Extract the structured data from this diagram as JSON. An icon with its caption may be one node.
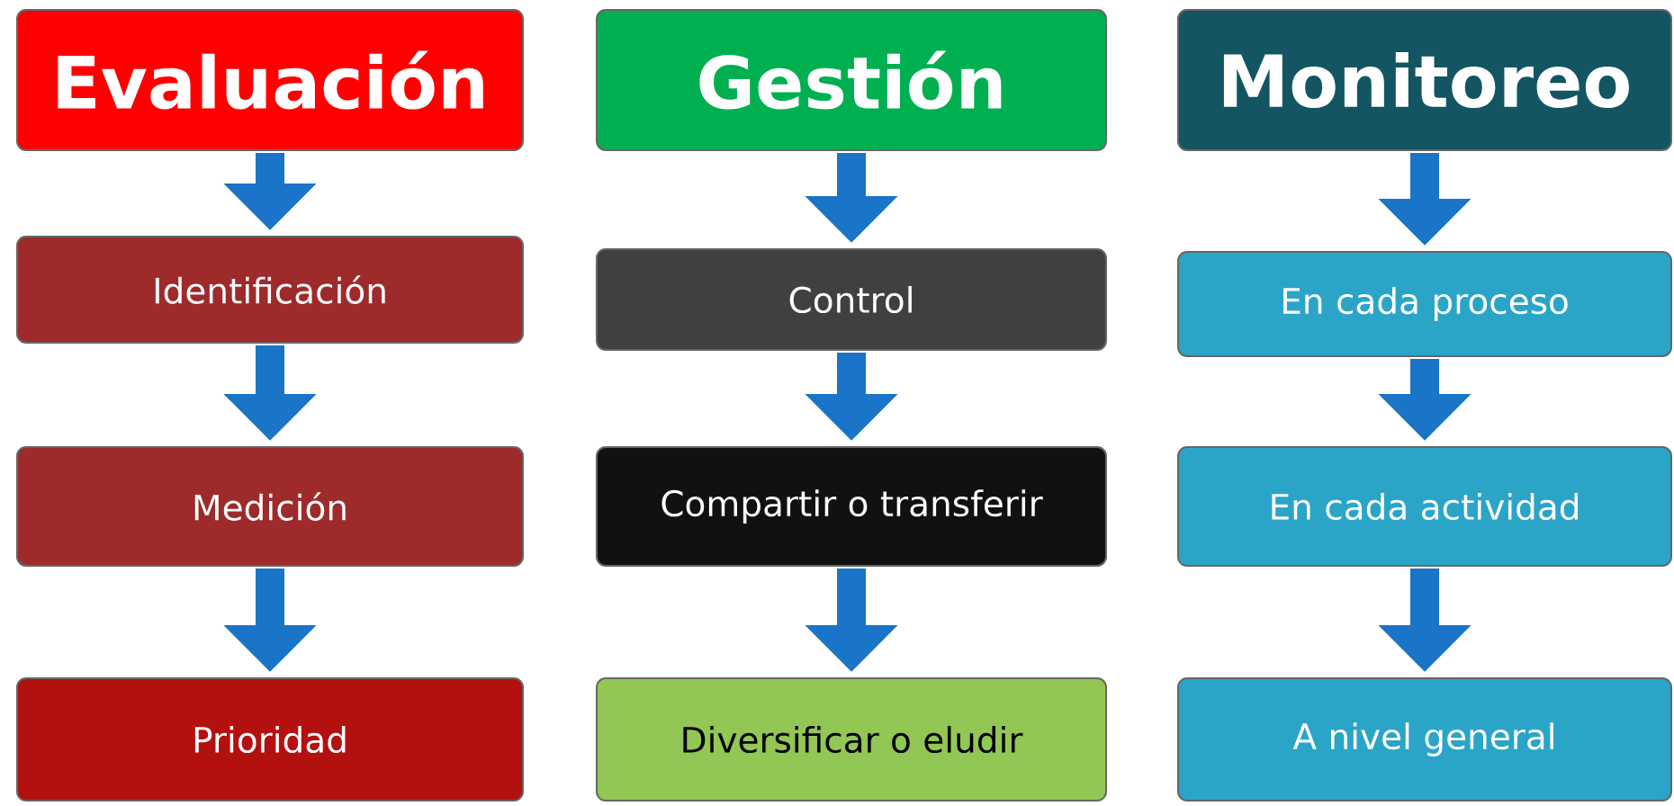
{
  "diagram": {
    "nodes": [
      {
        "text": [
          "Evaluación"
        ]
      },
      {
        "text": [
          "Identificación"
        ]
      },
      {
        "text": [
          "Medición"
        ]
      },
      {
        "text": [
          "Prioridad"
        ]
      },
      {
        "text": [
          "Gestión"
        ]
      },
      {
        "text": [
          "Control"
        ]
      },
      {
        "text": [
          "Compartir o transferir"
        ]
      },
      {
        "text": [
          "Diversificar o eludir"
        ]
      },
      {
        "text": [
          "Monitoreo"
        ]
      },
      {
        "text": [
          "En cada proceso"
        ]
      },
      {
        "text": [
          "En cada actividad"
        ]
      },
      {
        "text": [
          "A nivel general"
        ]
      }
    ],
    "edges": [
      {
        "from": 0,
        "to": 1,
        "arrow": "to"
      },
      {
        "from": 1,
        "to": 2,
        "arrow": "to"
      },
      {
        "from": 2,
        "to": 3,
        "arrow": "to"
      },
      {
        "from": 4,
        "to": 5,
        "arrow": "to"
      },
      {
        "from": 5,
        "to": 6,
        "arrow": "to"
      },
      {
        "from": 6,
        "to": 7,
        "arrow": "to"
      },
      {
        "from": 8,
        "to": 9,
        "arrow": "to"
      },
      {
        "from": 9,
        "to": 10,
        "arrow": "to"
      },
      {
        "from": 10,
        "to": 11,
        "arrow": "to"
      }
    ]
  }
}
